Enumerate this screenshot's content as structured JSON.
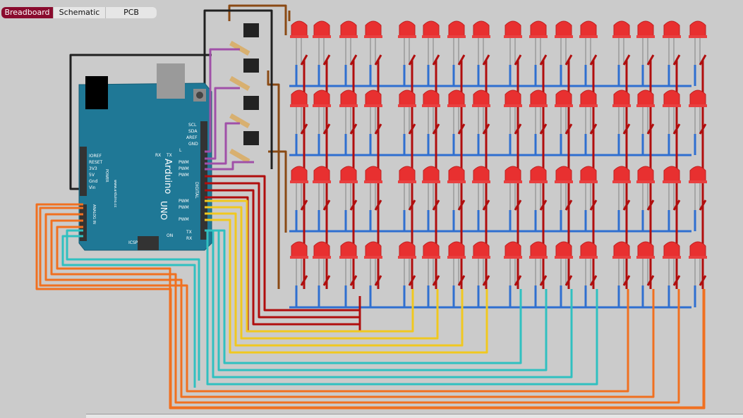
{
  "tabs": [
    {
      "label": "Breadboard",
      "active": true
    },
    {
      "label": "Schematic",
      "active": false
    },
    {
      "label": "PCB",
      "active": false
    }
  ],
  "arduino": {
    "brand": "Arduino",
    "model": "UNO",
    "url": "www.arduino.cc",
    "header_top": [
      "SCL",
      "SDA",
      "AREF",
      "GND"
    ],
    "digital_label": "DIGITAL",
    "power_label": "POWER",
    "analog_label": "ANALOG IN",
    "power_pins": [
      "IOREF",
      "RESET",
      "3V3",
      "5V",
      "Gnd",
      "Vin"
    ],
    "pwm": "PWM",
    "tx": "TX",
    "rx": "RX",
    "led_l": "L",
    "on": "ON",
    "icsp": "ICSP"
  },
  "matrix": {
    "rows": 4,
    "cols": 16,
    "led_color": "#e83030"
  },
  "colors": {
    "board": "#1f7896",
    "red_wire": "#b00e0e",
    "blue_wire": "#2f6fd0",
    "orange_wire": "#f07020",
    "yellow_wire": "#f0c820",
    "cyan_wire": "#30c0c0",
    "brown_wire": "#8a4a14",
    "purple_wire": "#a050a8",
    "black_wire": "#202020"
  }
}
